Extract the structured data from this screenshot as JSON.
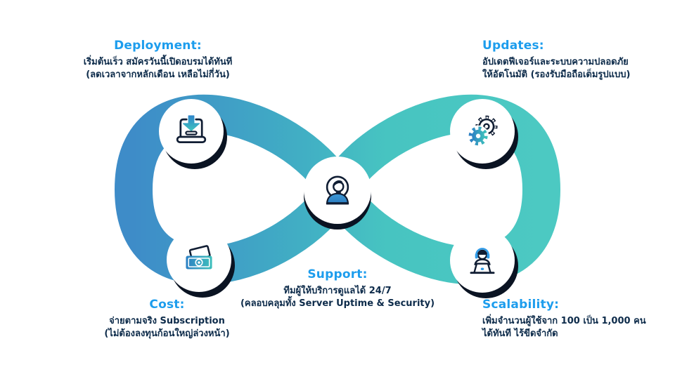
{
  "nodes": [
    {
      "id": "deployment",
      "title": "Deployment:",
      "lines": [
        "เริ่มต้นเร็ว สมัครวันนี้เปิดอบรมได้ทันที",
        "(ลดเวลาจากหลักเดือน เหลือไม่กี่วัน)"
      ],
      "icon": "laptop-download-icon"
    },
    {
      "id": "updates",
      "title": "Updates:",
      "lines": [
        "อัปเดตฟีเจอร์และระบบความปลอดภัย",
        "ให้อัตโนมัติ (รองรับมือถือเต็มรูปแบบ)"
      ],
      "icon": "gears-icon"
    },
    {
      "id": "cost",
      "title": "Cost:",
      "lines": [
        "จ่ายตามจริง Subscription",
        "(ไม่ต้องลงทุนก้อนใหญ่ล่วงหน้า)"
      ],
      "icon": "banknotes-icon"
    },
    {
      "id": "support",
      "title": "Support:",
      "lines": [
        "ทีมผู้ให้บริการดูแลได้ 24/7",
        "(คลอบคลุมทั้ง Server Uptime & Security)"
      ],
      "icon": "support-agent-icon"
    },
    {
      "id": "scalability",
      "title": "Scalability:",
      "lines": [
        "เพิ่มจำนวนผู้ใช้จาก 100 เป็น 1,000 คน",
        "ได้ทันที ไร้ขีดจำกัด"
      ],
      "icon": "person-laptop-icon"
    }
  ],
  "palette": {
    "title_color": "#1D9DED",
    "body_color": "#0D2B4A",
    "loop_blue": "#3E8CC8",
    "loop_teal": "#4CC9C2",
    "icon_navy": "#101D33",
    "icon_blue": "#2E81C4",
    "icon_teal": "#3EC0BC",
    "headset_blue": "#2F9BE8"
  }
}
